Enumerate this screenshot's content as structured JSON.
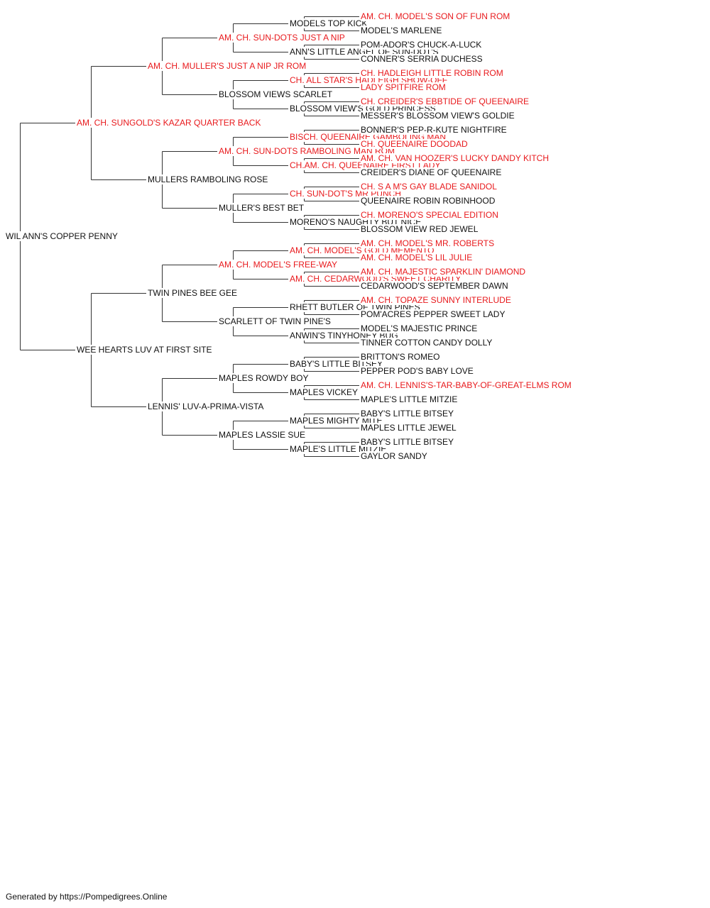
{
  "pedigree": {
    "subject": {
      "name": "WIL ANN'S COPPER PENNY",
      "champion": false
    },
    "generation_1": [
      {
        "name": "AM. CH. SUNGOLD'S KAZAR QUARTER BACK",
        "champion": true
      },
      {
        "name": "WEE HEARTS LUV AT FIRST SITE",
        "champion": false
      }
    ],
    "generation_2": [
      {
        "name": "AM. CH. MULLER'S JUST A NIP JR ROM",
        "champion": true
      },
      {
        "name": "MULLERS RAMBOLING ROSE",
        "champion": false
      },
      {
        "name": "TWIN PINES BEE GEE",
        "champion": false
      },
      {
        "name": "LENNIS' LUV-A-PRIMA-VISTA",
        "champion": false
      }
    ],
    "generation_3": [
      {
        "name": "AM. CH. SUN-DOTS JUST A NIP",
        "champion": true
      },
      {
        "name": "BLOSSOM VIEWS SCARLET",
        "champion": false
      },
      {
        "name": "AM. CH. SUN-DOTS RAMBOLING MAN ROM",
        "champion": true
      },
      {
        "name": "MULLER'S BEST BET",
        "champion": false
      },
      {
        "name": "AM. CH. MODEL'S FREE-WAY",
        "champion": true
      },
      {
        "name": "SCARLETT OF TWIN PINE'S",
        "champion": false
      },
      {
        "name": "MAPLES ROWDY BOY",
        "champion": false
      },
      {
        "name": "MAPLES LASSIE SUE",
        "champion": false
      }
    ],
    "generation_4": [
      {
        "name": "MODELS TOP KICK",
        "champion": false
      },
      {
        "name": "ANN'S LITTLE ANGEL OF SUN-DOT'S",
        "champion": false
      },
      {
        "name": "CH. ALL STAR'S HADLEIGH SHOW-OFF",
        "champion": true
      },
      {
        "name": "BLOSSOM VIEW'S GOLD PRINCESS",
        "champion": false
      },
      {
        "name": "BISCH. QUEENAIRE GAMBOLING MAN",
        "champion": true
      },
      {
        "name": "CH.AM. CH. QUEENAIRE FIRST LADY",
        "champion": true
      },
      {
        "name": "CH. SUN-DOT'S MR PUNCH",
        "champion": true
      },
      {
        "name": "MORENO'S NAUGHTY BUT NICE",
        "champion": false
      },
      {
        "name": "AM. CH. MODEL'S GOLD MEMENTO",
        "champion": true
      },
      {
        "name": "AM. CH. CEDARWOOD'S SWEET CHARITY",
        "champion": true
      },
      {
        "name": "RHETT BUTLER OF TWIN PINES",
        "champion": false
      },
      {
        "name": "ANWIN'S TINYHONEY BUG",
        "champion": false
      },
      {
        "name": "BABY'S LITTLE BITSEY",
        "champion": false
      },
      {
        "name": "MAPLES VICKEY",
        "champion": false
      },
      {
        "name": "MAPLES MIGHTY MITE",
        "champion": false
      },
      {
        "name": "MAPLE'S LITTLE MITZIE",
        "champion": false
      }
    ],
    "generation_5": [
      {
        "name": "AM. CH. MODEL'S SON OF FUN ROM",
        "champion": true
      },
      {
        "name": "MODEL'S MARLENE",
        "champion": false
      },
      {
        "name": "POM-ADOR'S CHUCK-A-LUCK",
        "champion": false
      },
      {
        "name": "CONNER'S SERRIA DUCHESS",
        "champion": false
      },
      {
        "name": "CH. HADLEIGH LITTLE ROBIN ROM",
        "champion": true
      },
      {
        "name": "LADY SPITFIRE ROM",
        "champion": true
      },
      {
        "name": "CH. CREIDER'S EBBTIDE OF QUEENAIRE",
        "champion": true
      },
      {
        "name": "MESSER'S BLOSSOM VIEW'S GOLDIE",
        "champion": false
      },
      {
        "name": "BONNER'S PEP-R-KUTE NIGHTFIRE",
        "champion": false
      },
      {
        "name": "CH. QUEENAIRE DOODAD",
        "champion": true
      },
      {
        "name": "AM. CH. VAN HOOZER'S LUCKY DANDY KITCH",
        "champion": true
      },
      {
        "name": "CREIDER'S DIANE OF QUEENAIRE",
        "champion": false
      },
      {
        "name": "CH. S A M'S GAY BLADE SANIDOL",
        "champion": true
      },
      {
        "name": "QUEENAIRE ROBIN ROBINHOOD",
        "champion": false
      },
      {
        "name": "CH. MORENO'S SPECIAL EDITION",
        "champion": true
      },
      {
        "name": "BLOSSOM VIEW RED JEWEL",
        "champion": false
      },
      {
        "name": "AM. CH. MODEL'S MR. ROBERTS",
        "champion": true
      },
      {
        "name": "AM. CH. MODEL'S LIL JULIE",
        "champion": true
      },
      {
        "name": "AM. CH. MAJESTIC SPARKLIN' DIAMOND",
        "champion": true
      },
      {
        "name": "CEDARWOOD'S SEPTEMBER DAWN",
        "champion": false
      },
      {
        "name": "AM. CH. TOPAZE SUNNY INTERLUDE",
        "champion": true
      },
      {
        "name": "POM'ACRES PEPPER SWEET LADY",
        "champion": false
      },
      {
        "name": "MODEL'S MAJESTIC PRINCE",
        "champion": false
      },
      {
        "name": "TINNER COTTON CANDY DOLLY",
        "champion": false
      },
      {
        "name": "BRITTON'S ROMEO",
        "champion": false
      },
      {
        "name": "PEPPER POD'S BABY LOVE",
        "champion": false
      },
      {
        "name": "AM. CH. LENNIS'S-TAR-BABY-OF-GREAT-ELMS ROM",
        "champion": true
      },
      {
        "name": "MAPLE'S LITTLE MITZIE",
        "champion": false
      },
      {
        "name": "BABY'S LITTLE BITSEY",
        "champion": false
      },
      {
        "name": "MAPLES LITTLE JEWEL",
        "champion": false
      },
      {
        "name": "BABY'S LITTLE BITSEY",
        "champion": false
      },
      {
        "name": "GAYLOR SANDY",
        "champion": false
      }
    ]
  },
  "colors": {
    "champion": "#e8191c",
    "normal": "#111111",
    "line": "#333333"
  },
  "footer": "Generated by https://Pompedigrees.Online"
}
